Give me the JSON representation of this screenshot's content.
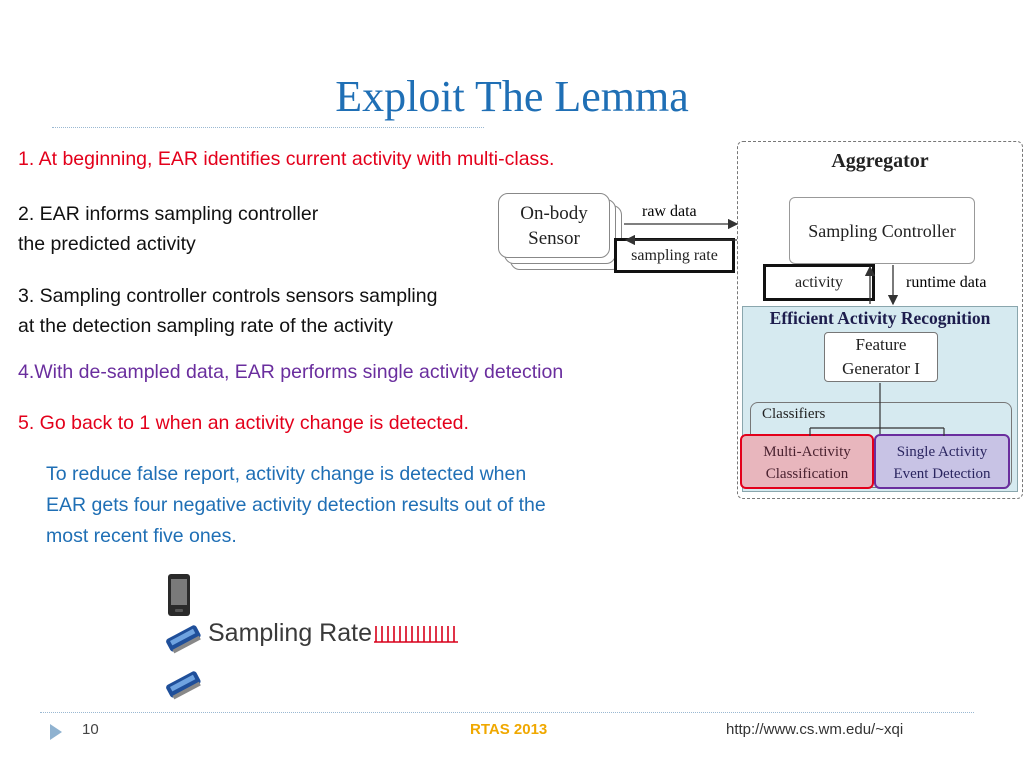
{
  "slide": {
    "title": "Exploit The Lemma",
    "steps": {
      "step1": "1. At beginning, EAR identifies current activity with multi-class.",
      "step2_line1": "2. EAR informs sampling controller",
      "step2_line2": "the predicted activity",
      "step3_line1": "3. Sampling controller controls sensors sampling",
      "step3_line2": "at the detection sampling rate of the activity",
      "step4": "4.With de-sampled data, EAR performs single activity detection",
      "step5": "5. Go back to 1 when an activity change is detected."
    },
    "note": {
      "line1": "To reduce false report, activity change is detected when",
      "line2": "EAR gets four negative activity detection results out of the",
      "line3": "most recent five ones."
    },
    "illustration": {
      "label": "Sampling Rate"
    }
  },
  "diagram": {
    "aggregator": "Aggregator",
    "sampling_controller": "Sampling Controller",
    "on_body_sensor_line1": "On-body",
    "on_body_sensor_line2": "Sensor",
    "raw_data": "raw data",
    "sampling_rate": "sampling rate",
    "activity": "activity",
    "runtime_data": "runtime data",
    "ear_title": "Efficient Activity Recognition",
    "feature_gen_line1": "Feature",
    "feature_gen_line2": "Generator I",
    "classifiers": "Classifiers",
    "multi_activity_line1": "Multi-Activity",
    "multi_activity_line2": "Classification",
    "single_activity_line1": "Single Activity",
    "single_activity_line2": "Event Detection"
  },
  "footer": {
    "page_number": "10",
    "conference": "RTAS 2013",
    "url": "http://www.cs.wm.edu/~xqi"
  },
  "colors": {
    "title_blue": "#1f6fb5",
    "red": "#e3001b",
    "purple": "#6a2e9e",
    "footer_gold": "#f0a800"
  }
}
